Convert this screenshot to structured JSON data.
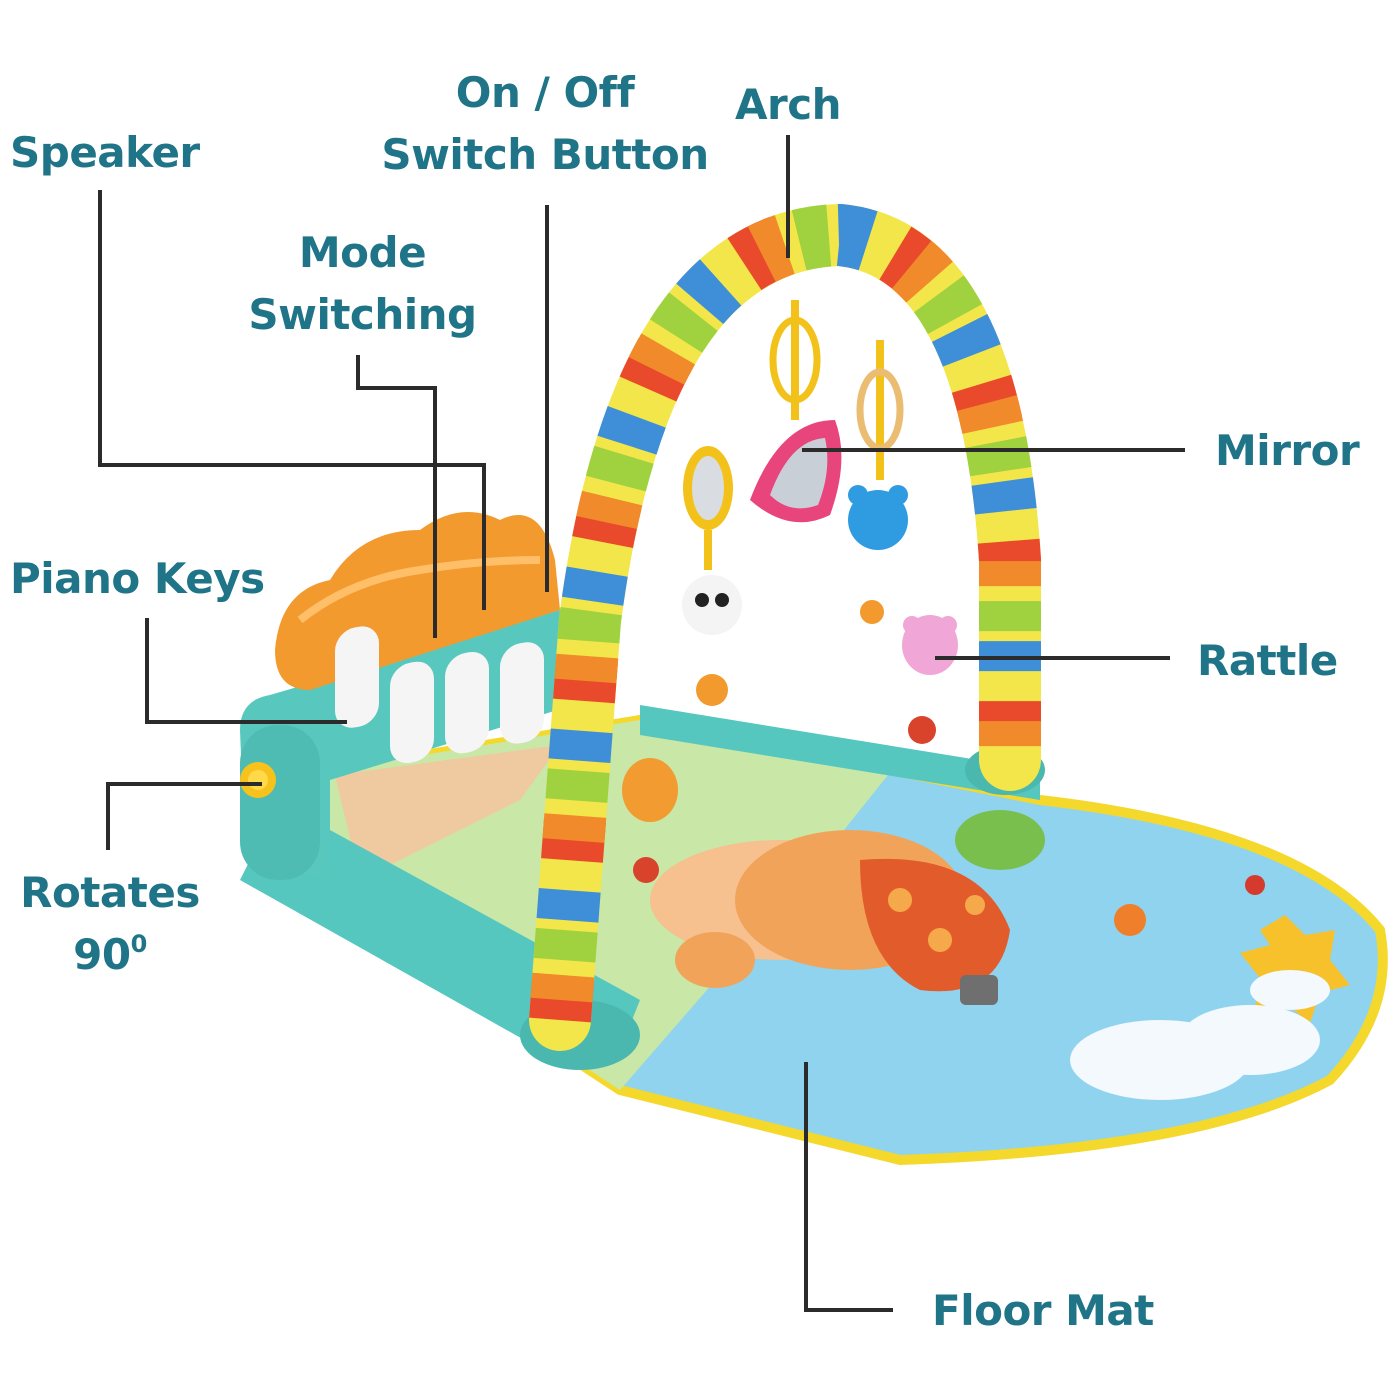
{
  "diagram": {
    "subject": "Baby play gym with piano keys",
    "label_color": "#1f7488",
    "line_color": "#2b2b2b",
    "labels": {
      "on_off_line1": "On / Off",
      "on_off_line2": "Switch Button",
      "arch": "Arch",
      "speaker": "Speaker",
      "mode_line1": "Mode",
      "mode_line2": "Switching",
      "mirror": "Mirror",
      "piano_keys": "Piano Keys",
      "rattle": "Rattle",
      "rotates_line1": "Rotates",
      "rotates_line2": "90",
      "rotates_degree": "0",
      "floor_mat": "Floor Mat"
    }
  }
}
